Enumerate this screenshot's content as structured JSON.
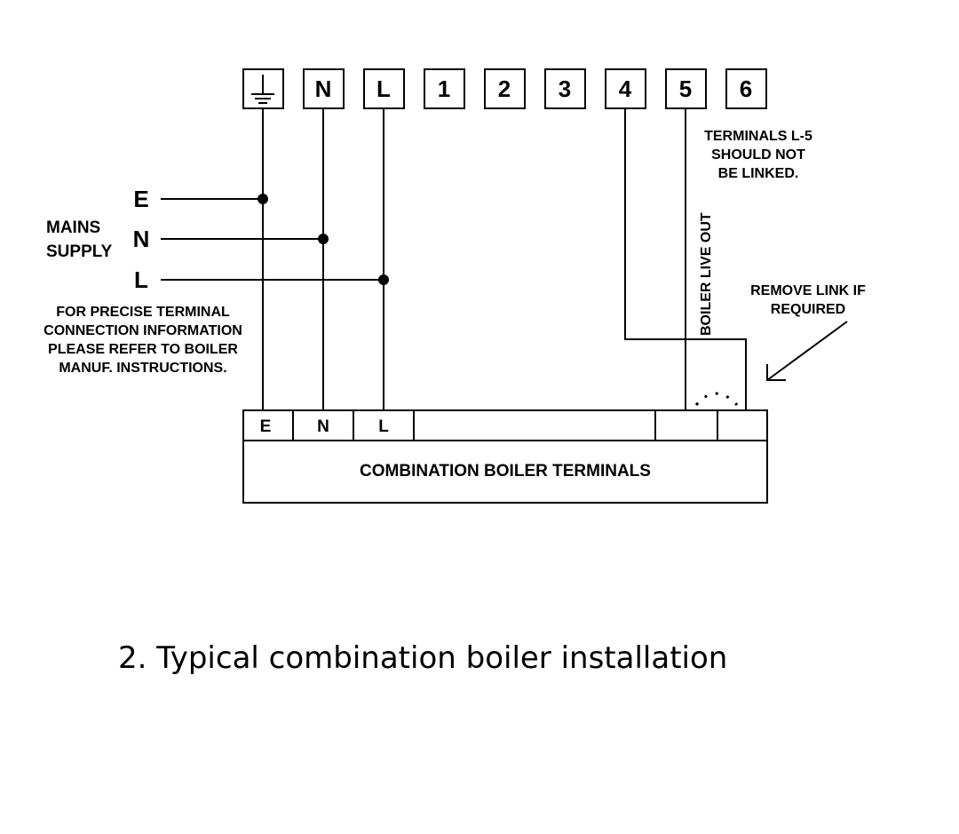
{
  "thermostat_terminals": [
    "N",
    "L",
    "1",
    "2",
    "3",
    "4",
    "5",
    "6"
  ],
  "earth_terminal_icon": "earth-ground-icon",
  "mains": {
    "label_line1": "MAINS",
    "label_line2": "SUPPLY",
    "conductors": [
      "E",
      "N",
      "L"
    ]
  },
  "notes": {
    "precise_info": [
      "FOR PRECISE TERMINAL",
      "CONNECTION INFORMATION",
      "PLEASE REFER TO BOILER",
      "MANUF. INSTRUCTIONS."
    ],
    "linked_warning": [
      "TERMINALS L-5",
      "SHOULD NOT",
      "BE LINKED."
    ],
    "remove_link": [
      "REMOVE LINK IF",
      "REQUIRED"
    ],
    "boiler_live_out": "BOILER LIVE OUT"
  },
  "boiler": {
    "terminals": [
      "E",
      "N",
      "L"
    ],
    "title": "COMBINATION BOILER TERMINALS"
  },
  "caption": "2. Typical combination boiler installation"
}
